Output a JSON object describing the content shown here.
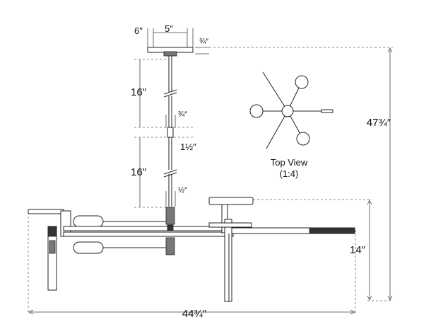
{
  "dimensions": {
    "canopy_width": "6″",
    "canopy_inner": "5″",
    "canopy_height": "¾″",
    "stem_upper": "16″",
    "coupler_upper": "¾″",
    "coupler_length": "1½″",
    "stem_lower": "16″",
    "coupler_lower": "½″",
    "overall_height": "47¾″",
    "fixture_height": "14″",
    "overall_width": "44¾″"
  },
  "top_view": {
    "title": "Top View",
    "scale": "(1:4)"
  }
}
